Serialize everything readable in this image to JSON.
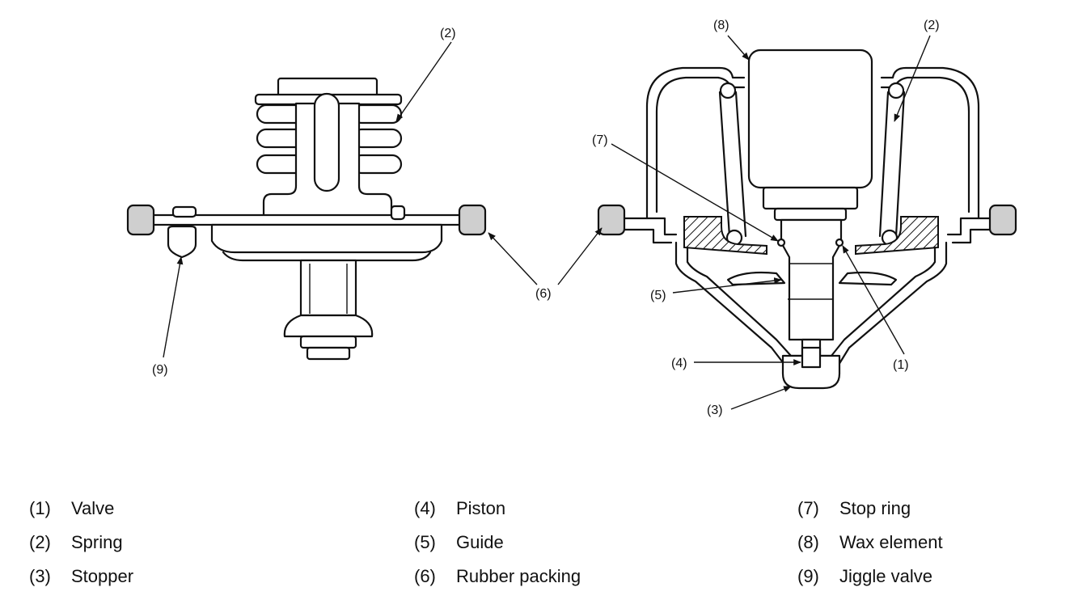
{
  "callouts": {
    "left_spring": "(2)",
    "left_jiggle": "(9)",
    "rubber_packing": "(6)",
    "right_wax": "(8)",
    "right_spring": "(2)",
    "right_stop_ring": "(7)",
    "right_guide": "(5)",
    "right_piston": "(4)",
    "right_stopper": "(3)",
    "right_valve": "(1)"
  },
  "legend": [
    {
      "num": "(1)",
      "label": "Valve"
    },
    {
      "num": "(2)",
      "label": "Spring"
    },
    {
      "num": "(3)",
      "label": "Stopper"
    },
    {
      "num": "(4)",
      "label": "Piston"
    },
    {
      "num": "(5)",
      "label": "Guide"
    },
    {
      "num": "(6)",
      "label": "Rubber packing"
    },
    {
      "num": "(7)",
      "label": "Stop ring"
    },
    {
      "num": "(8)",
      "label": "Wax element"
    },
    {
      "num": "(9)",
      "label": "Jiggle valve"
    }
  ]
}
